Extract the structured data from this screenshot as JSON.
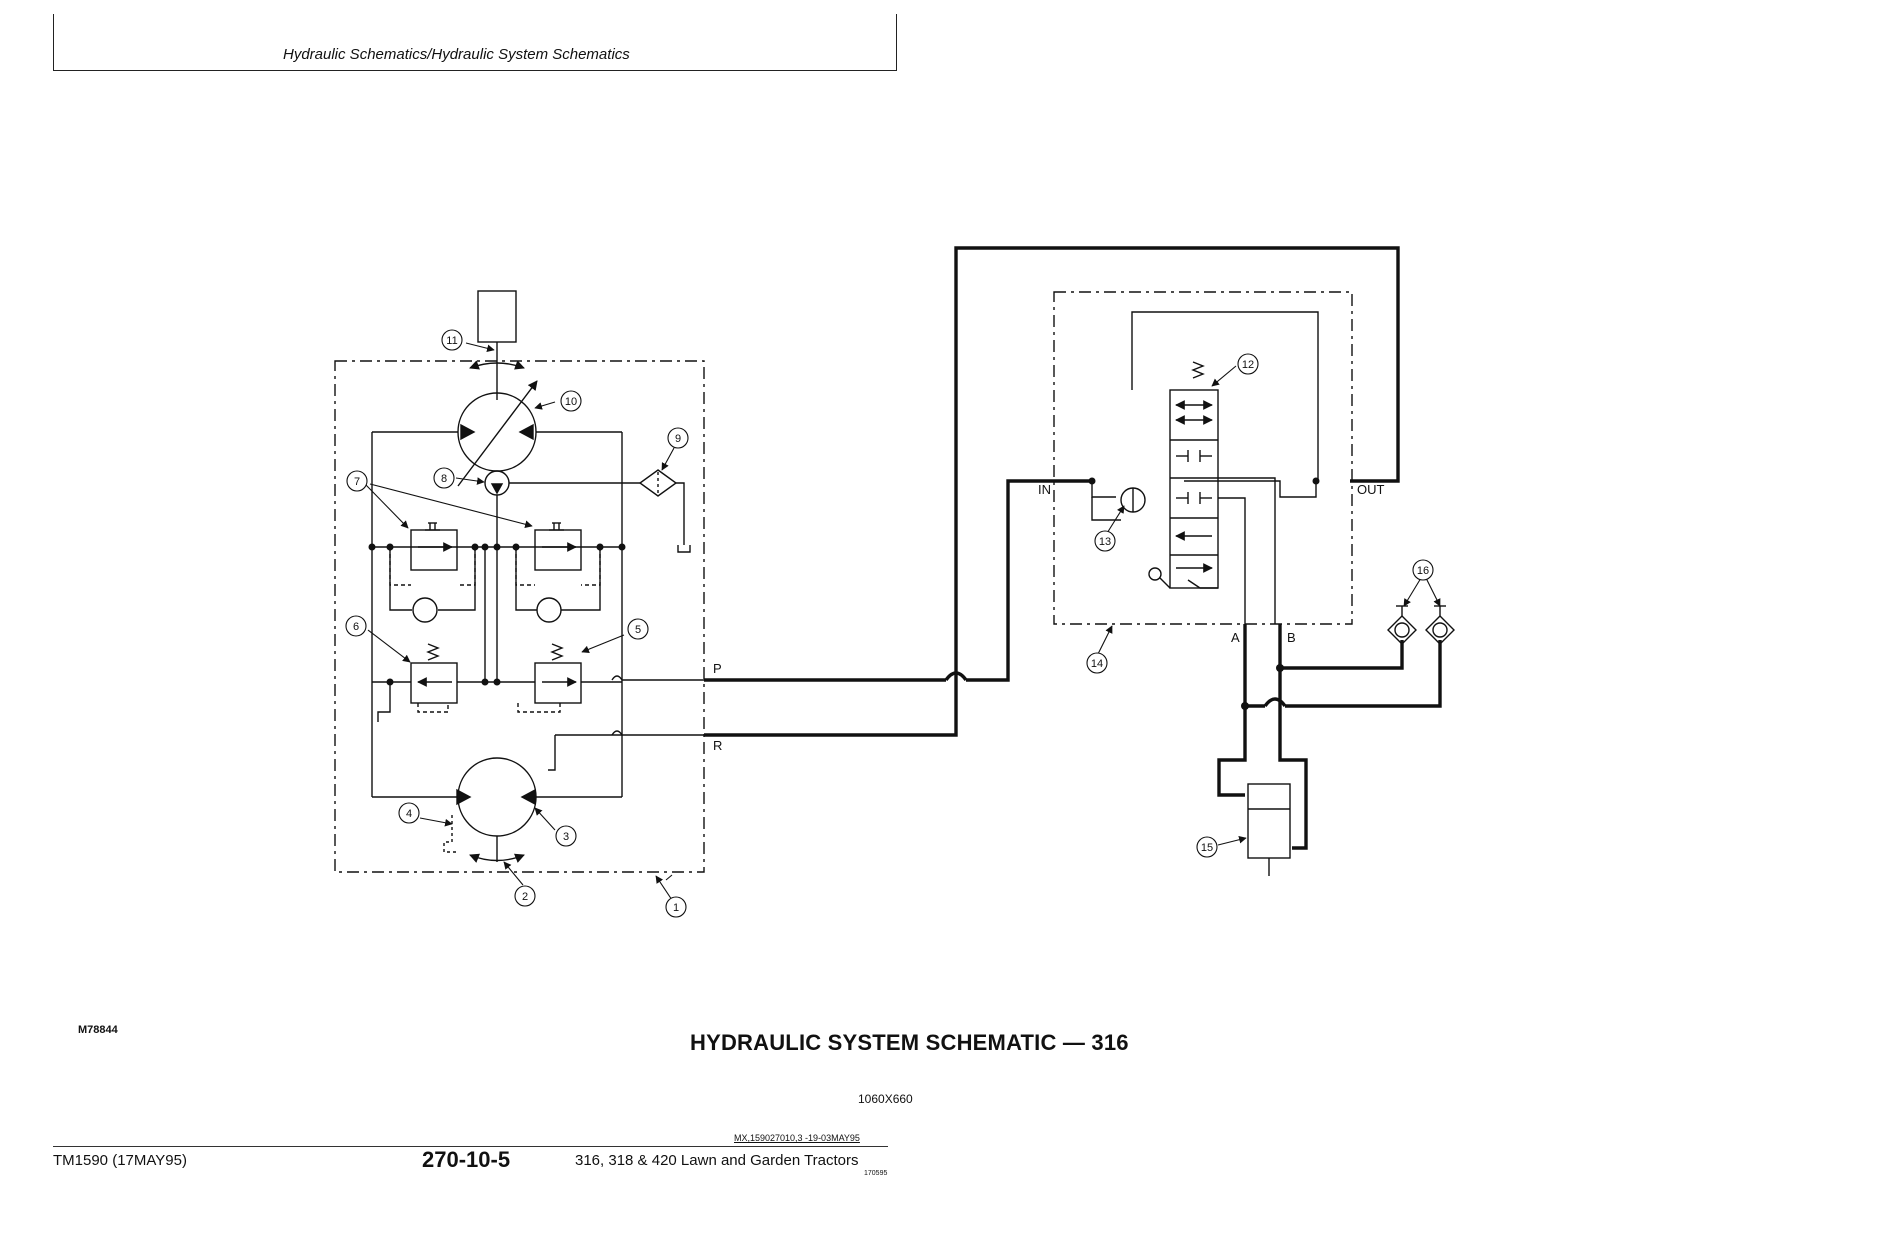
{
  "header": {
    "title": "Hydraulic Schematics/Hydraulic System Schematics"
  },
  "figure": {
    "id": "M78844",
    "title": "HYDRAULIC SYSTEM SCHEMATIC — 316",
    "dimensions": "1060X660"
  },
  "ports": {
    "p": "P",
    "r": "R",
    "in": "IN",
    "out": "OUT",
    "a": "A",
    "b": "B"
  },
  "callouts": [
    "1",
    "2",
    "3",
    "4",
    "5",
    "6",
    "7",
    "8",
    "9",
    "10",
    "11",
    "12",
    "13",
    "14",
    "15",
    "16"
  ],
  "footer": {
    "code": "MX,159027010,3 -19-03MAY95",
    "manual": "TM1590 (17MAY95)",
    "page": "270-10-5",
    "book": "316, 318 & 420 Lawn and Garden Tractors",
    "small": "170595"
  }
}
